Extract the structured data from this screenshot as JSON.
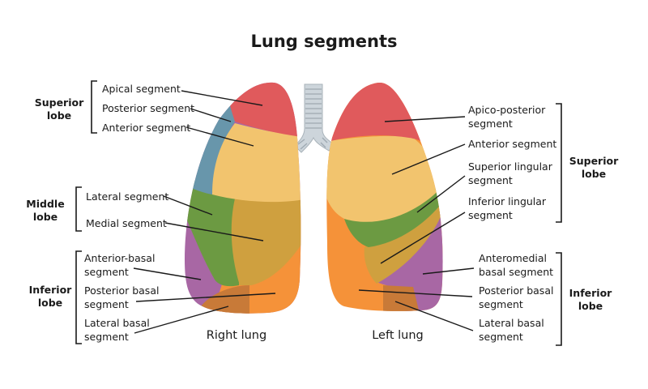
{
  "title": "Lung segments",
  "colors": {
    "red": "#e05a5c",
    "blue": "#6896ab",
    "yellow": "#f2c46e",
    "green": "#6c9a42",
    "ochre": "#cfa03f",
    "purple": "#a867a4",
    "orange": "#f59239",
    "dark_orange": "#c87a38",
    "trachea": "#cdd5db"
  },
  "right_lung": {
    "name": "Right lung",
    "lobes": [
      {
        "name_line1": "Superior",
        "name_line2": "lobe",
        "segments": [
          {
            "lines": [
              "Apical segment"
            ],
            "color": "red"
          },
          {
            "lines": [
              "Posterior segment"
            ],
            "color": "blue"
          },
          {
            "lines": [
              "Anterior segment"
            ],
            "color": "yellow"
          }
        ]
      },
      {
        "name_line1": "Middle",
        "name_line2": "lobe",
        "segments": [
          {
            "lines": [
              "Lateral segment"
            ],
            "color": "green"
          },
          {
            "lines": [
              "Medial segment"
            ],
            "color": "ochre"
          }
        ]
      },
      {
        "name_line1": "Inferior",
        "name_line2": "lobe",
        "segments": [
          {
            "lines": [
              "Anterior-basal",
              "segment"
            ],
            "color": "purple"
          },
          {
            "lines": [
              "Posterior basal",
              "segment"
            ],
            "color": "orange"
          },
          {
            "lines": [
              "Lateral basal",
              "segment"
            ],
            "color": "dark_orange"
          }
        ]
      }
    ]
  },
  "left_lung": {
    "name": "Left lung",
    "lobes": [
      {
        "name_line1": "Superior",
        "name_line2": "lobe",
        "segments": [
          {
            "lines": [
              "Apico-posterior",
              "segment"
            ],
            "color": "red"
          },
          {
            "lines": [
              "Anterior segment"
            ],
            "color": "yellow"
          },
          {
            "lines": [
              "Superior lingular",
              "segment"
            ],
            "color": "green"
          },
          {
            "lines": [
              "Inferior lingular",
              "segment"
            ],
            "color": "ochre"
          }
        ]
      },
      {
        "name_line1": "Inferior",
        "name_line2": "lobe",
        "segments": [
          {
            "lines": [
              "Anteromedial",
              "basal segment"
            ],
            "color": "purple"
          },
          {
            "lines": [
              "Posterior basal",
              "segment"
            ],
            "color": "orange"
          },
          {
            "lines": [
              "Lateral basal",
              "segment"
            ],
            "color": "dark_orange"
          }
        ]
      }
    ]
  }
}
